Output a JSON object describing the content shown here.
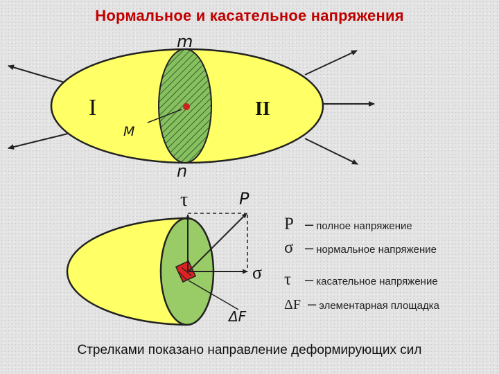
{
  "title": "Нормальное и касательное напряжения",
  "upper_body": {
    "point_m": "m",
    "point_n": "n",
    "part_left": "I",
    "part_right": "II",
    "point_M": "M"
  },
  "lower_body": {
    "tau": "τ",
    "P": "P",
    "sigma": "σ",
    "deltaF": "ΔF"
  },
  "legend": [
    {
      "symbol": "P",
      "dash": "–",
      "text": "полное напряжение"
    },
    {
      "symbol": "σ",
      "dash": "–",
      "text": "нормальное напряжение"
    },
    {
      "symbol": "τ",
      "dash": "–",
      "text": "касательное напряжение"
    },
    {
      "symbol": "ΔF",
      "dash": "–",
      "text": "элементарная площадка"
    }
  ],
  "footer": "Стрелками показано направление деформирующих сил",
  "colors": {
    "title": "#c00000",
    "body_fill": "#ffff66",
    "section_fill": "#99cc66",
    "marker": "#cc2222"
  }
}
